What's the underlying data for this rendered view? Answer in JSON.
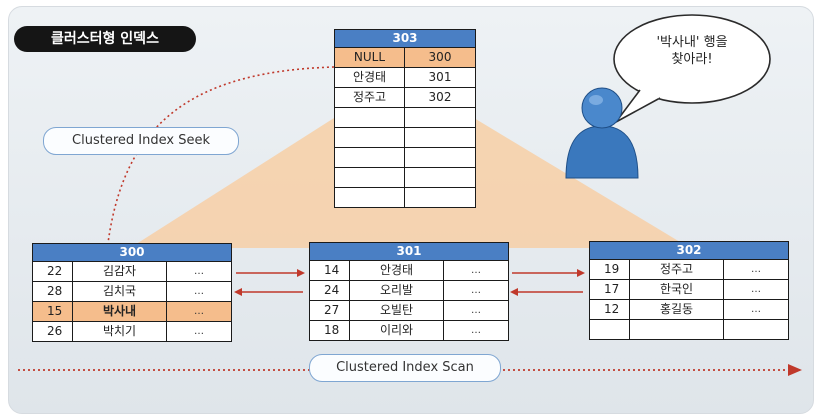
{
  "title": "클러스터형 인덱스",
  "root_page": {
    "page_no": "303",
    "rows": [
      {
        "key": "NULL",
        "page": "300",
        "highlight": true
      },
      {
        "key": "안경태",
        "page": "301"
      },
      {
        "key": "정주고",
        "page": "302"
      },
      {
        "key": "",
        "page": ""
      },
      {
        "key": "",
        "page": ""
      },
      {
        "key": "",
        "page": ""
      },
      {
        "key": "",
        "page": ""
      },
      {
        "key": "",
        "page": ""
      }
    ]
  },
  "leaf_pages": [
    {
      "page_no": "300",
      "rows": [
        {
          "id": "22",
          "name": "김감자",
          "more": "…"
        },
        {
          "id": "28",
          "name": "김치국",
          "more": "…"
        },
        {
          "id": "15",
          "name": "박사내",
          "more": "…",
          "highlight": true
        },
        {
          "id": "26",
          "name": "박치기",
          "more": "…"
        }
      ]
    },
    {
      "page_no": "301",
      "rows": [
        {
          "id": "14",
          "name": "안경태",
          "more": "…"
        },
        {
          "id": "24",
          "name": "오리발",
          "more": "…"
        },
        {
          "id": "27",
          "name": "오빌탄",
          "more": "…"
        },
        {
          "id": "18",
          "name": "이리와",
          "more": "…"
        }
      ]
    },
    {
      "page_no": "302",
      "rows": [
        {
          "id": "19",
          "name": "정주고",
          "more": "…"
        },
        {
          "id": "17",
          "name": "한국인",
          "more": "…"
        },
        {
          "id": "12",
          "name": "홍길동",
          "more": "…"
        },
        {
          "id": "",
          "name": "",
          "more": ""
        }
      ]
    }
  ],
  "labels": {
    "seek": "Clustered Index Seek",
    "scan": "Clustered Index Scan"
  },
  "speech": {
    "line1": "'박사내' 행을",
    "line2": "찾아라!"
  },
  "colors": {
    "header_blue": "#4a7fc4",
    "highlight_orange": "#f5bd8c",
    "triangle": "#f7cfa6",
    "arrow_red": "#c0392b",
    "person_blue": "#3a78bd"
  }
}
